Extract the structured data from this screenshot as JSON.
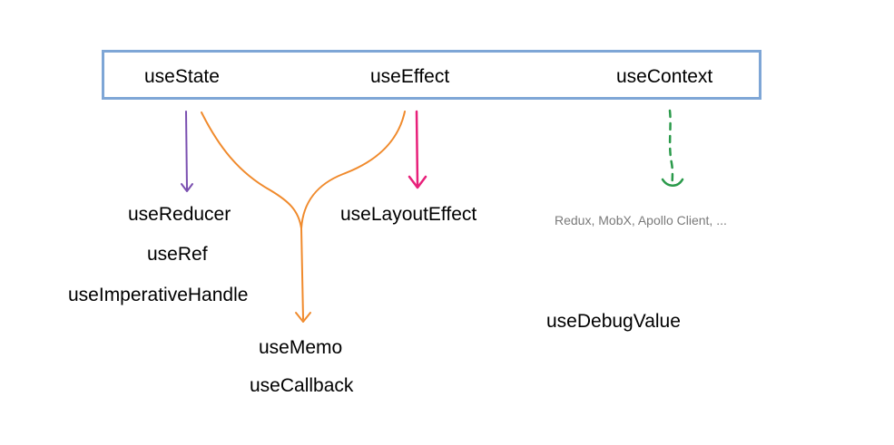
{
  "top_row": {
    "use_state": "useState",
    "use_effect": "useEffect",
    "use_context": "useContext"
  },
  "state_derived": {
    "use_reducer": "useReducer",
    "use_ref": "useRef",
    "use_imperative_handle": "useImperativeHandle"
  },
  "memo_group": {
    "use_memo": "useMemo",
    "use_callback": "useCallback"
  },
  "effect_derived": {
    "use_layout_effect": "useLayoutEffect"
  },
  "context_alternatives": {
    "label": "Redux, MobX, Apollo Client, ..."
  },
  "misc": {
    "use_debug_value": "useDebugValue"
  },
  "colors": {
    "box_border": "#7ea6d6",
    "arrow_state": "#7a4fb0",
    "arrow_memo": "#f08a2c",
    "arrow_layout": "#e8207a",
    "arrow_context": "#2a9a4a",
    "muted_text": "#7a7a7a"
  }
}
